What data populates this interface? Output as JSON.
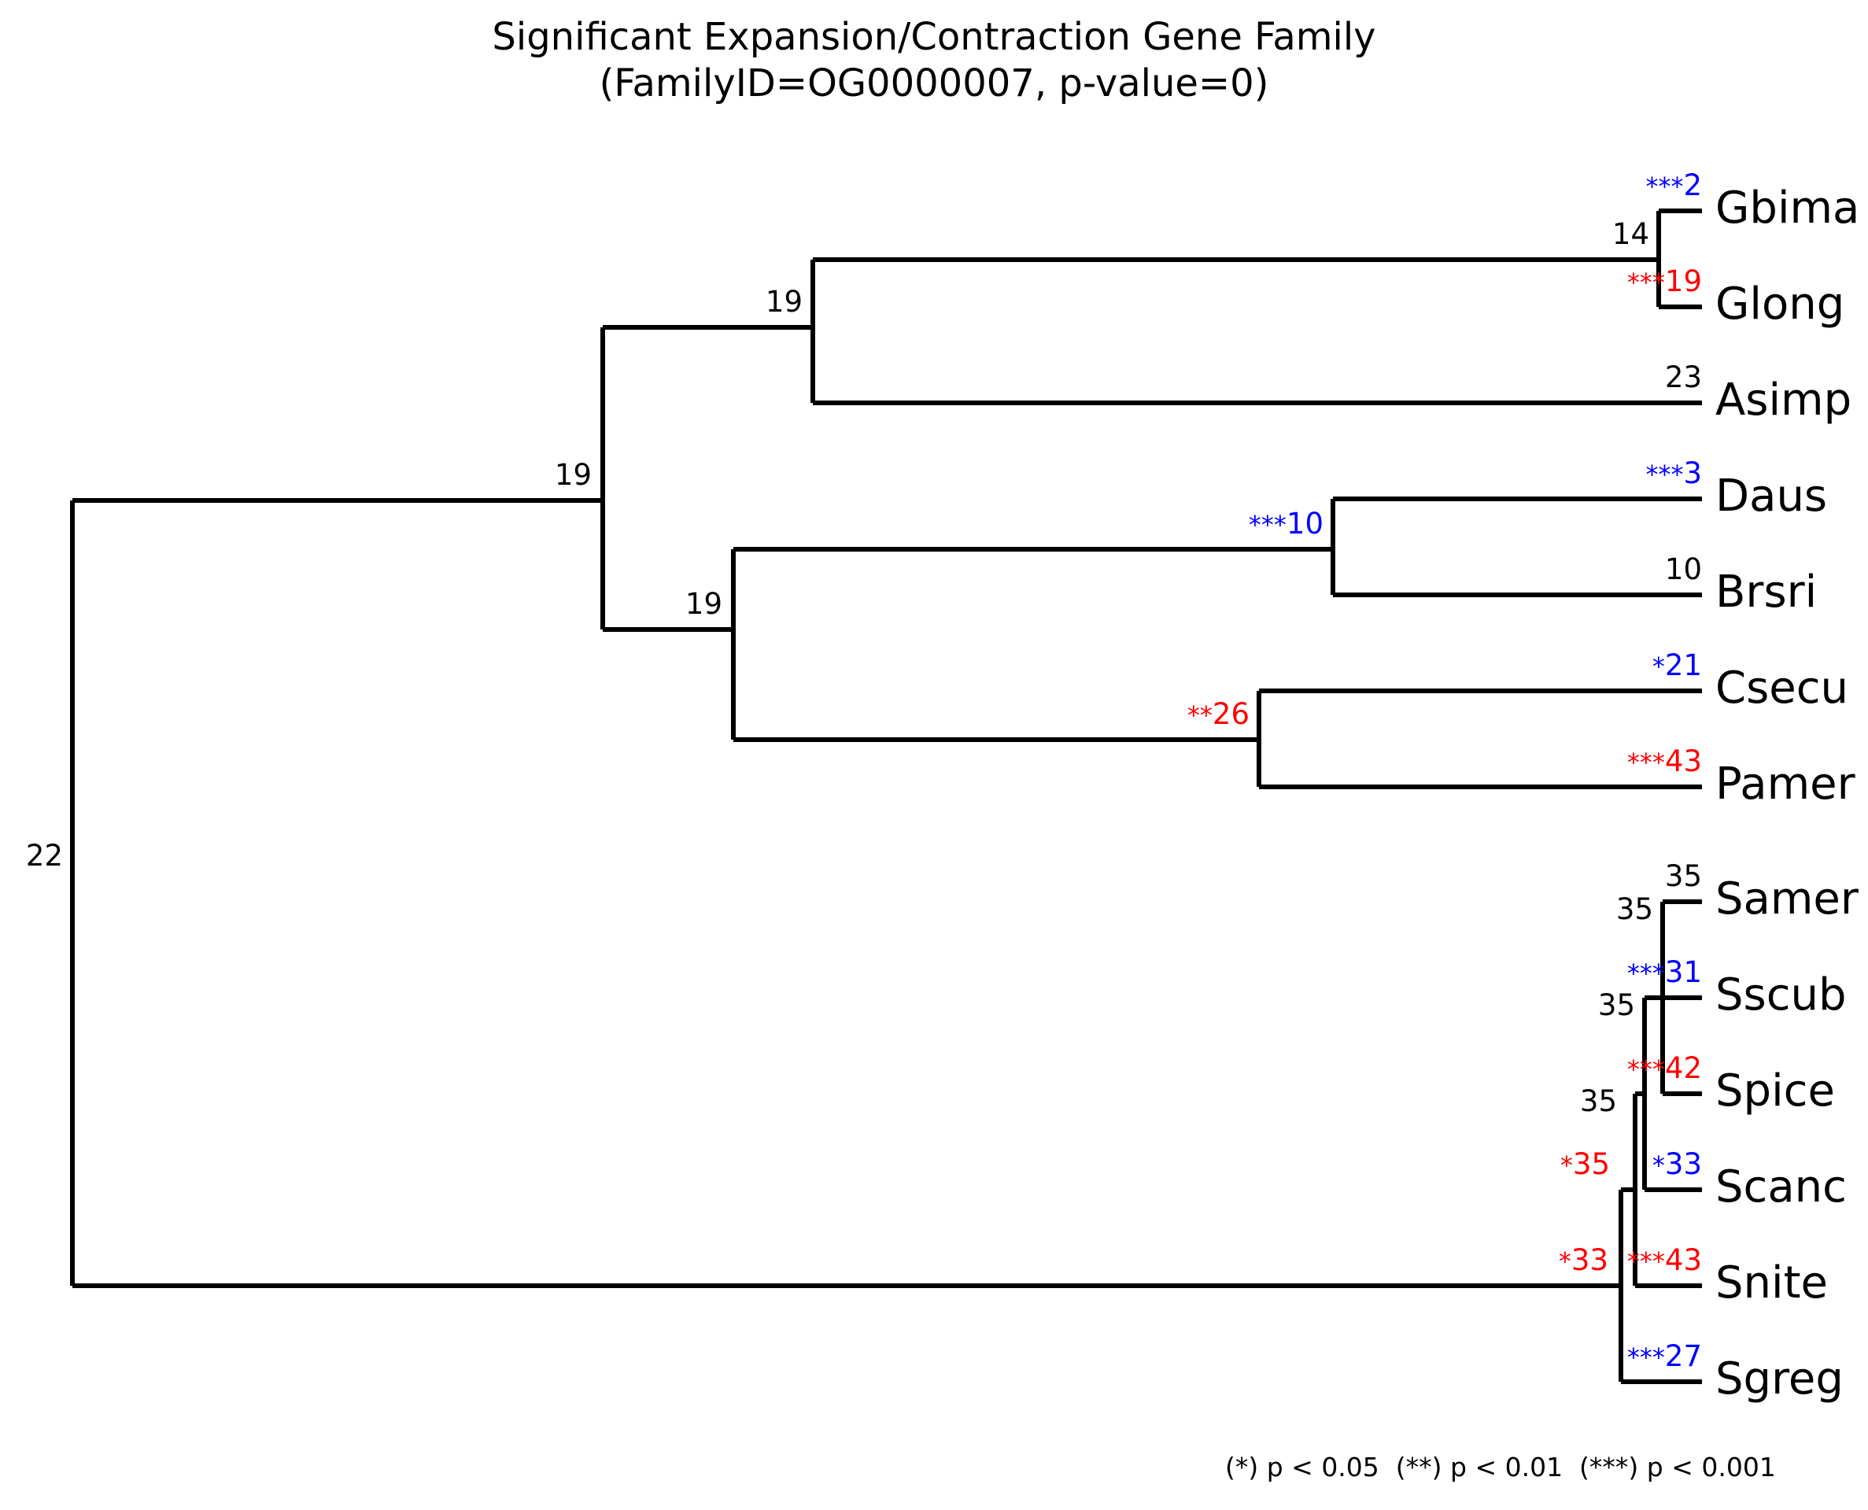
{
  "title": {
    "line1": "Significant Expansion/Contraction Gene Family",
    "line2": "(FamilyID=OG0000007, p-value=0)"
  },
  "legend": {
    "text": "(*) p < 0.05  (**) p < 0.01  (***) p < 0.001"
  },
  "colors": {
    "expansion": "#ff0000",
    "contraction": "#0000ff",
    "neutral": "#000000",
    "branch": "#000000"
  },
  "chart_data": {
    "type": "tree",
    "title": "Significant Expansion/Contraction Gene Family (FamilyID=OG0000007, p-value=0)",
    "family_id": "OG0000007",
    "p_value": "0",
    "root_label": "22",
    "leaf_count": 13,
    "leaves": [
      {
        "name": "Gbima",
        "count": "2",
        "stars": "***",
        "color": "#0000ff"
      },
      {
        "name": "Glong",
        "count": "19",
        "stars": "***",
        "color": "#ff0000"
      },
      {
        "name": "Asimp",
        "count": "23",
        "stars": "",
        "color": "#000000"
      },
      {
        "name": "Daus",
        "count": "3",
        "stars": "***",
        "color": "#0000ff"
      },
      {
        "name": "Brsri",
        "count": "10",
        "stars": "",
        "color": "#000000"
      },
      {
        "name": "Csecu",
        "count": "21",
        "stars": "*",
        "color": "#0000ff"
      },
      {
        "name": "Pamer",
        "count": "43",
        "stars": "***",
        "color": "#ff0000"
      },
      {
        "name": "Samer",
        "count": "35",
        "stars": "",
        "color": "#000000"
      },
      {
        "name": "Sscub",
        "count": "31",
        "stars": "***",
        "color": "#0000ff"
      },
      {
        "name": "Spice",
        "count": "42",
        "stars": "***",
        "color": "#ff0000"
      },
      {
        "name": "Scanc",
        "count": "33",
        "stars": "*",
        "color": "#0000ff"
      },
      {
        "name": "Snite",
        "count": "43",
        "stars": "***",
        "color": "#ff0000"
      },
      {
        "name": "Sgreg",
        "count": "27",
        "stars": "***",
        "color": "#0000ff"
      }
    ],
    "internal_nodes": [
      {
        "id": "root",
        "count": "22",
        "stars": "",
        "color": "#000000"
      },
      {
        "id": "clade-all-but-s",
        "count": "19",
        "stars": "",
        "color": "#000000"
      },
      {
        "id": "clade-gga",
        "count": "19",
        "stars": "",
        "color": "#000000"
      },
      {
        "id": "clade-gbima-glong",
        "count": "14",
        "stars": "",
        "color": "#000000"
      },
      {
        "id": "clade-dbcp",
        "count": "19",
        "stars": "",
        "color": "#000000"
      },
      {
        "id": "clade-daus-brsri",
        "count": "10",
        "stars": "***",
        "color": "#0000ff"
      },
      {
        "id": "clade-csecu-pamer",
        "count": "26",
        "stars": "**",
        "color": "#ff0000"
      },
      {
        "id": "clade-samer-sscub",
        "count": "35",
        "stars": "",
        "color": "#000000"
      },
      {
        "id": "clade-spice",
        "count": "35",
        "stars": "",
        "color": "#000000"
      },
      {
        "id": "clade-scanc",
        "count": "35",
        "stars": "",
        "color": "#000000"
      },
      {
        "id": "clade-snite",
        "count": "35",
        "stars": "*",
        "color": "#ff0000"
      },
      {
        "id": "clade-sgreg",
        "count": "33",
        "stars": "*",
        "color": "#ff0000"
      }
    ],
    "newick": "((((Gbima,Glong)14,Asimp)19,((Daus,Brsri)10,(Csecu,Pamer)26)19)19,(((((Samer,Sscub)35,Spice)35,Scanc)35,Snite)35,Sgreg)33)22;",
    "significance_key": {
      "one_star": "p < 0.05",
      "two_stars": "p < 0.01",
      "three_stars": "p < 0.001"
    }
  }
}
